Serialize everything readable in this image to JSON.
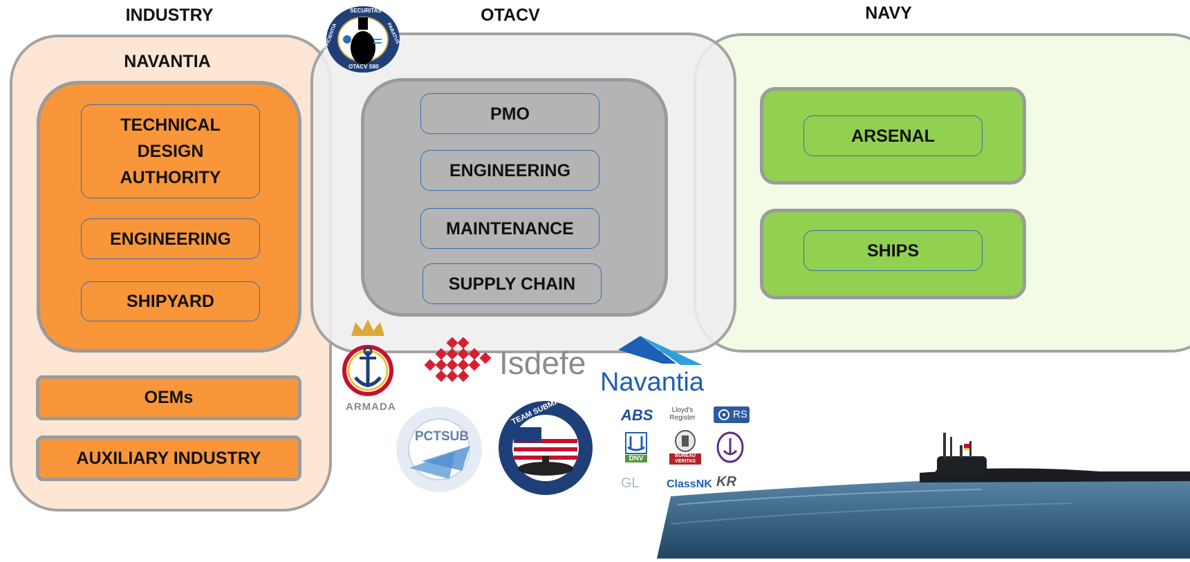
{
  "headings": {
    "industry": "INDUSTRY",
    "otacv": "OTACV",
    "navy": "NAVY"
  },
  "industry": {
    "navantia_label": "NAVANTIA",
    "boxes": [
      "TECHNICAL DESIGN AUTHORITY",
      "ENGINEERING",
      "SHIPYARD"
    ],
    "bars": [
      "OEMs",
      "AUXILIARY INDUSTRY"
    ]
  },
  "otacv": {
    "boxes": [
      "PMO",
      "ENGINEERING",
      "MAINTENANCE",
      "SUPPLY CHAIN"
    ],
    "emblem": {
      "top_text": "SECURITAS",
      "left_text": "EFFICIENTIA",
      "right_text": "PARATUS",
      "bottom_text": "OTACV S80"
    }
  },
  "navy": {
    "boxes": [
      "ARSENAL",
      "SHIPS"
    ]
  },
  "logos": {
    "armada": "ARMADA",
    "isdefe": "Isdefe",
    "navantia": "Navantia",
    "pctsub": "PCTSUB",
    "team_submarine": "TEAM SUBMARINE",
    "classification": [
      "ABS",
      "Lloyd's Register",
      "RS",
      "DNV",
      "BUREAU VERITAS",
      "GL",
      "ClassNK",
      "KR"
    ]
  },
  "colors": {
    "industry_bg": "#fde6d3",
    "orange": "#fa963a",
    "otacv_bg": "#f2f2f2",
    "gray_inner": "#b4b4b4",
    "navy_bg": "#f1fbe6",
    "green": "#92d050",
    "box_border": "#2f6fb0"
  }
}
